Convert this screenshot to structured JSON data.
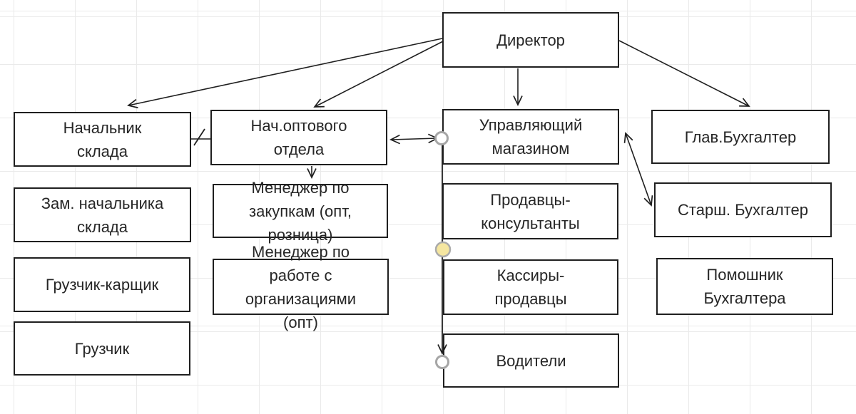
{
  "diagram": {
    "type": "org-chart",
    "boxes": {
      "director": "Директор",
      "warehouse_head": "Начальник\nсклада",
      "wholesale_head": "Нач.оптового\nотдела",
      "store_manager": "Управляющий\nмагазином",
      "chief_accountant": "Глав.Бухгалтер",
      "deputy_warehouse_head": "Зам. начальника\nсклада",
      "purchase_manager": "Менеджер по\nзакупкам (опт,\nрозница)",
      "sales_consultants": "Продавцы-\nконсультанты",
      "senior_accountant": "Старш. Бухгалтер",
      "loader_forklift": "Грузчик-карщик",
      "org_manager": "Менеджер по\nработе с\nорганизациями\n(опт)",
      "cashiers": "Кассиры-\nпродавцы",
      "accountant_assistant": "Помошник\nБухгалтера",
      "loader": "Грузчик",
      "drivers": "Водители"
    },
    "edges": [
      {
        "id": "director-to-warehouse-head",
        "kind": "arrow"
      },
      {
        "id": "director-to-wholesale-head",
        "kind": "arrow"
      },
      {
        "id": "director-to-store-manager",
        "kind": "arrow"
      },
      {
        "id": "director-to-chief-accountant",
        "kind": "arrow"
      },
      {
        "id": "warehouse-head-to-wholesale-head",
        "kind": "line-with-slash"
      },
      {
        "id": "wholesale-head-to-purchase-manager",
        "kind": "arrow"
      },
      {
        "id": "store-manager-to-wholesale-head",
        "kind": "double-arrow-with-endpoint-handle"
      },
      {
        "id": "store-manager-to-drivers",
        "kind": "arrow-selected-with-handles"
      },
      {
        "id": "store-manager-to-senior-accountant",
        "kind": "double-arrow"
      }
    ],
    "colors": {
      "background": "#ffffff",
      "grid_line": "#eaeaea",
      "shape_border": "#1f1f1f",
      "connector": "#1f1f1f",
      "text": "#262626",
      "endpoint_handle_fill": "#ffffff",
      "endpoint_handle_stroke": "#a6a6a6",
      "adjust_handle_fill": "#f5e6a0"
    }
  }
}
